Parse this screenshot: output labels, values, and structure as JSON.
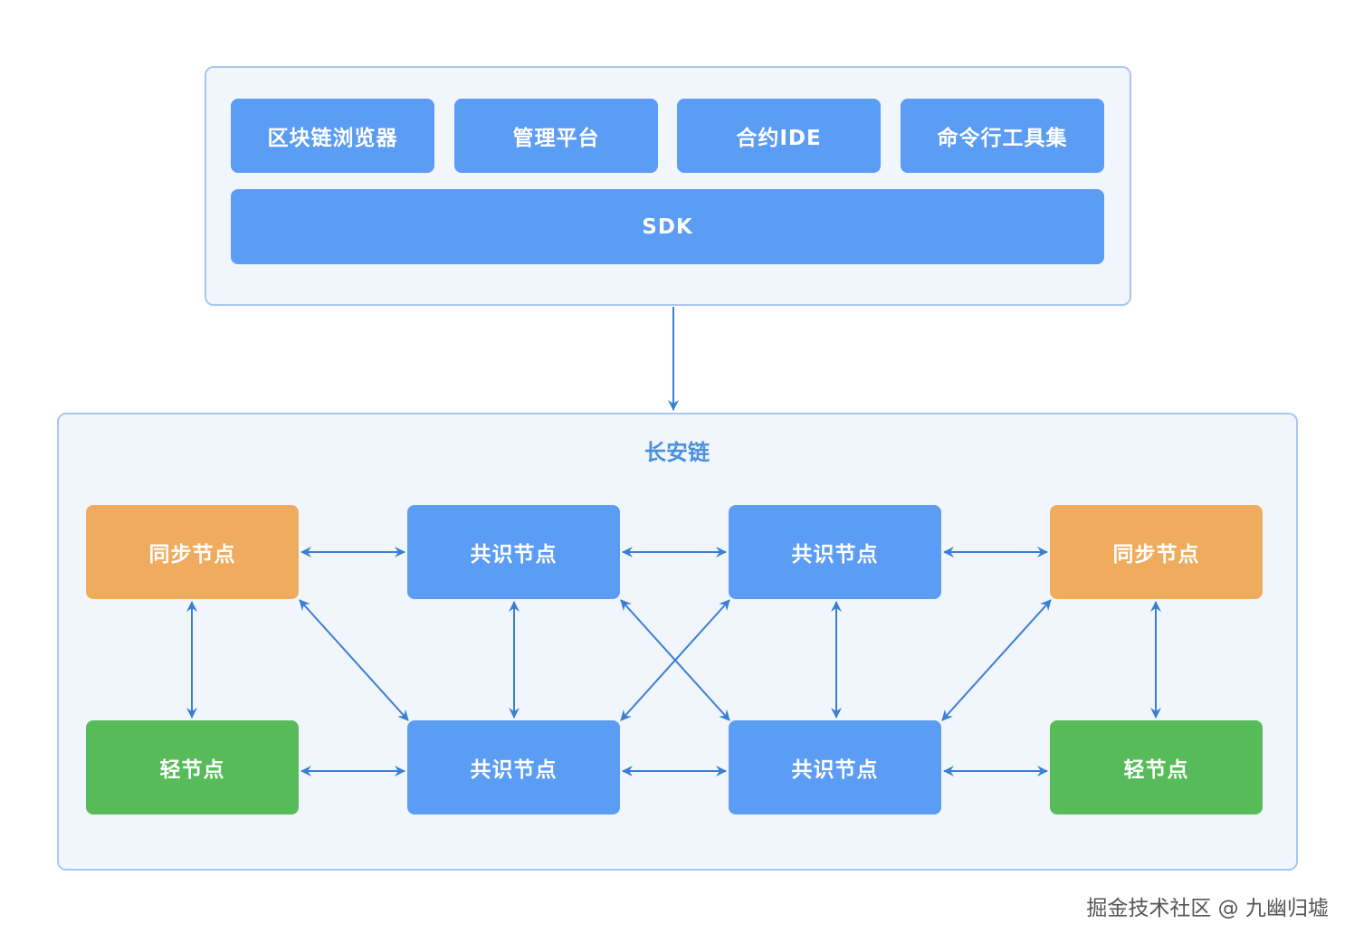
{
  "top": {
    "tools": [
      "区块链浏览器",
      "管理平台",
      "合约IDE",
      "命令行工具集"
    ],
    "sdk": "SDK"
  },
  "chain": {
    "title": "长安链",
    "row1": [
      "同步节点",
      "共识节点",
      "共识节点",
      "同步节点"
    ],
    "row2": [
      "轻节点",
      "共识节点",
      "共识节点",
      "轻节点"
    ]
  },
  "watermark": "掘金技术社区 @ 九幽归墟",
  "colors": {
    "sync": "#f0ac5e",
    "consensus": "#5b9cf4",
    "light": "#58bb5a",
    "arrow": "#3a7fd5"
  }
}
